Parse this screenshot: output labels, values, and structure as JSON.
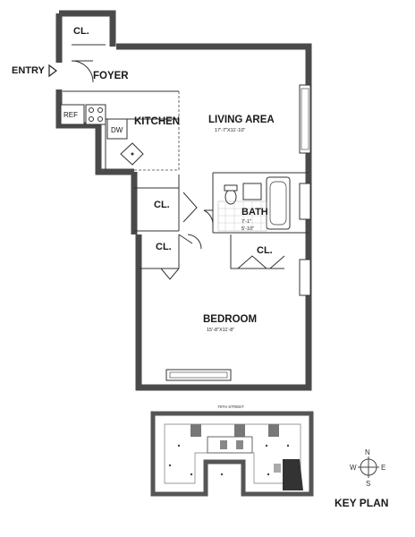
{
  "rooms": {
    "closet_foyer": "CL.",
    "foyer": "FOYER",
    "entry": "ENTRY",
    "kitchen": "KITCHEN",
    "ref": "REF",
    "dw": "DW",
    "living_area": "LIVING AREA",
    "living_area_dim": "17'-7\"X11'-10\"",
    "closet_hall": "CL.",
    "bath": "BATH",
    "bath_dim_1": "7'-1\"",
    "bath_dim_2": "5'-10\"",
    "closet_small": "CL.",
    "closet_bedroom": "CL.",
    "bedroom": "BEDROOM",
    "bedroom_dim": "15'-8\"X11'-8\""
  },
  "key_plan": {
    "street": "79TH STREET",
    "title": "KEY PLAN",
    "compass": {
      "n": "N",
      "s": "S",
      "e": "E",
      "w": "W"
    }
  },
  "colors": {
    "wall": "#4a4a4a",
    "poche": "#8d8d8d",
    "line": "#333333",
    "highlight": "#333333"
  }
}
